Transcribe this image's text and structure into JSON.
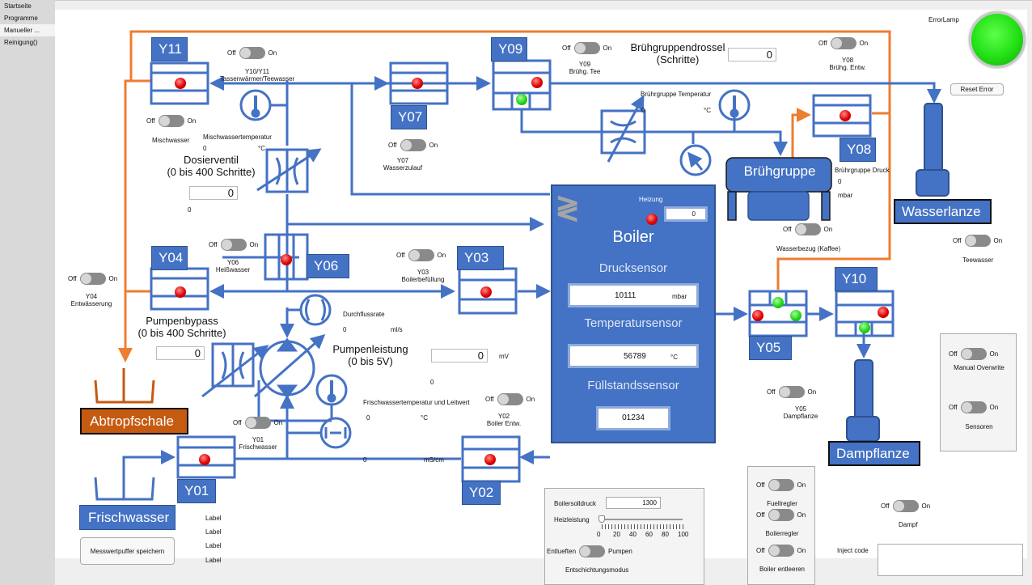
{
  "sidebar": {
    "items": [
      {
        "label": "Startseite"
      },
      {
        "label": "Programme"
      },
      {
        "label": "Manueller ..."
      },
      {
        "label": "Reinigung()"
      }
    ]
  },
  "colors": {
    "pipe": "#4472c4",
    "drain": "#ed7d31",
    "tray": "#c55a11",
    "lamp_red": "#e00000",
    "lamp_green": "#21d41a"
  },
  "toggle": {
    "off": "Off",
    "on": "On"
  },
  "valves": {
    "y11": "Y11",
    "y09": "Y09",
    "y07": "Y07",
    "y08": "Y08",
    "y04": "Y04",
    "y06": "Y06",
    "y03": "Y03",
    "y05": "Y05",
    "y10": "Y10",
    "y01": "Y01",
    "y02": "Y02"
  },
  "switches": {
    "y10y11": {
      "line1": "Y10/Y11",
      "line2": "Tassenwärmer/Teewasser"
    },
    "mischwasser": "Mischwasser",
    "y09": {
      "line1": "Y09",
      "line2": "Brühg. Tee"
    },
    "y07": {
      "line1": "Y07",
      "line2": "Wasserzulauf"
    },
    "y08": {
      "line1": "Y08",
      "line2": "Brühg. Entw."
    },
    "y06": {
      "line1": "Y06",
      "line2": "Heißwasser"
    },
    "y04": {
      "line1": "Y04",
      "line2": "Entwässerung"
    },
    "y03": {
      "line1": "Y03",
      "line2": "Boilerbefüllung"
    },
    "y02": {
      "line1": "Y02",
      "line2": "Boiler Entw."
    },
    "y01": {
      "line1": "Y01",
      "line2": "Frischwasser"
    },
    "y05": {
      "line1": "Y05",
      "line2": "Dampflanze"
    },
    "wasserbezug": "Wasserbezug (Kaffee)",
    "teewasser": "Teewasser",
    "manual_overwrite": "Manual Overwrite",
    "sensoren": "Sensoren",
    "dampf": "Dampf",
    "fuellregler": "Fuellregler",
    "boilerregler": "Boilerregler",
    "boiler_entleeren": "Boiler entleeren"
  },
  "sensors": {
    "mischwassertemp": {
      "label": "Mischwassertemperatur",
      "value": "0",
      "unit": "°C"
    },
    "bruehgruppe_temp": {
      "label": "Brührgruppe Temperatur",
      "value": "0",
      "unit": "°C"
    },
    "bruehgruppe_druck": {
      "label": "Brührgruppe Druck",
      "value": "0",
      "unit": "mbar"
    },
    "durchfluss": {
      "label": "Durchflussrate",
      "value": "0",
      "unit": "ml/s"
    },
    "frischwasser": {
      "label": "Frischwassertemperatur und Leitwert",
      "temp": "0",
      "temp_unit": "°C",
      "leit": "0",
      "leit_unit": "mS/cm"
    },
    "misc_zero1": "0",
    "misc_zero2": "0"
  },
  "controls": {
    "dosierventil": {
      "line1": "Dosierventil",
      "line2": "(0 bis 400 Schritte)",
      "value": "0"
    },
    "pumpenbypass": {
      "line1": "Pumpenbypass",
      "line2": "(0 bis 400 Schritte)",
      "value": "0"
    },
    "pumpenleistung": {
      "line1": "Pumpenleistung",
      "line2": "(0 bis 5V)",
      "value": "0",
      "unit": "mV"
    },
    "bruehgruppendrossel": {
      "line1": "Brühgruppendrossel",
      "line2": "(Schritte)",
      "value": "0"
    }
  },
  "boiler": {
    "title": "Boiler",
    "heizung_label": "Heizung",
    "heizung_value": "0",
    "druck_label": "Drucksensor",
    "druck_value": "10111",
    "druck_unit": "mbar",
    "temp_label": "Temperatursensor",
    "temp_value": "56789",
    "temp_unit": "°C",
    "fuell_label": "Füllstandssensor",
    "fuell_value": "01234"
  },
  "components": {
    "bruehgruppe": "Brühgruppe",
    "wasserlanze": "Wasserlanze",
    "dampflanze": "Dampflanze",
    "abtropfschale": "Abtropfschale",
    "frischwasser": "Frischwasser"
  },
  "error": {
    "label": "ErrorLamp",
    "reset": "Reset Error",
    "state_color": "#21d41a"
  },
  "boiler_panel": {
    "solldruck_label": "Boilersolldruck",
    "solldruck_value": "1300",
    "heizleistung_label": "Heizleistung",
    "heizleistung_value": 0,
    "ticks": [
      "0",
      "20",
      "40",
      "60",
      "80",
      "100"
    ],
    "entlueften": "Entlueften",
    "pumpen": "Pumpen",
    "mode_label": "Entschichtungsmodus"
  },
  "labels": [
    "Label",
    "Label",
    "Label",
    "Label"
  ],
  "messwert_button": "Messwertpuffer speichern",
  "inject": {
    "label": "Inject code",
    "value": ""
  }
}
